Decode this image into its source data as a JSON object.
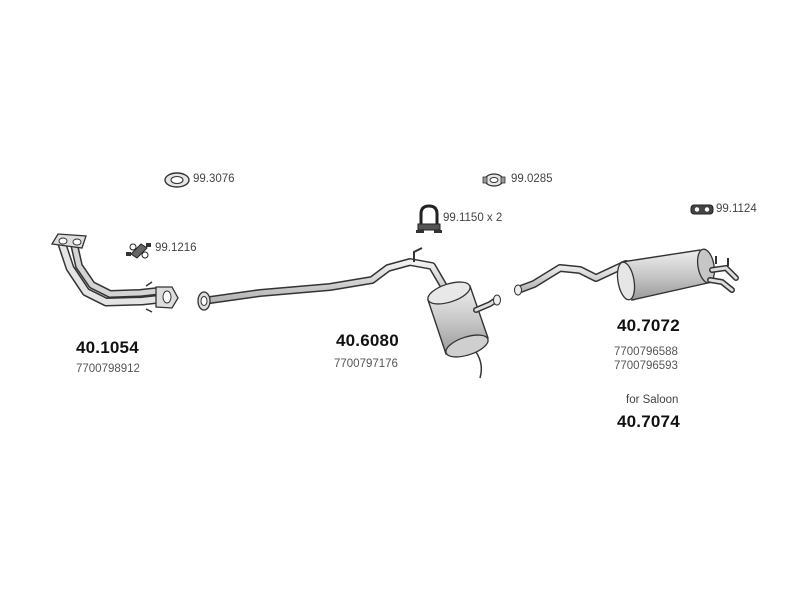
{
  "diagram": {
    "accessories": [
      {
        "code": "99.3076",
        "icon": "gasket-ring-icon"
      },
      {
        "code": "99.0285",
        "icon": "clamp-icon"
      },
      {
        "code": "99.1124",
        "icon": "rubber-hanger-icon"
      },
      {
        "code": "99.1150 x 2",
        "icon": "u-bolt-clamp-icon"
      },
      {
        "code": "99.1216",
        "icon": "mounting-kit-icon"
      }
    ],
    "parts": [
      {
        "number": "40.1054",
        "oem": [
          "7700798912"
        ],
        "icon": "front-pipe-icon"
      },
      {
        "number": "40.6080",
        "oem": [
          "7700797176"
        ],
        "icon": "middle-silencer-icon"
      },
      {
        "number": "40.7072",
        "oem": [
          "7700796588",
          "7700796593"
        ],
        "icon": "rear-silencer-icon"
      }
    ],
    "variant": {
      "note": "for Saloon",
      "number": "40.7074"
    }
  },
  "colors": {
    "line": "#333333",
    "fill": "#d8d8d8",
    "shade": "#a8a8a8",
    "text": "#222222"
  }
}
